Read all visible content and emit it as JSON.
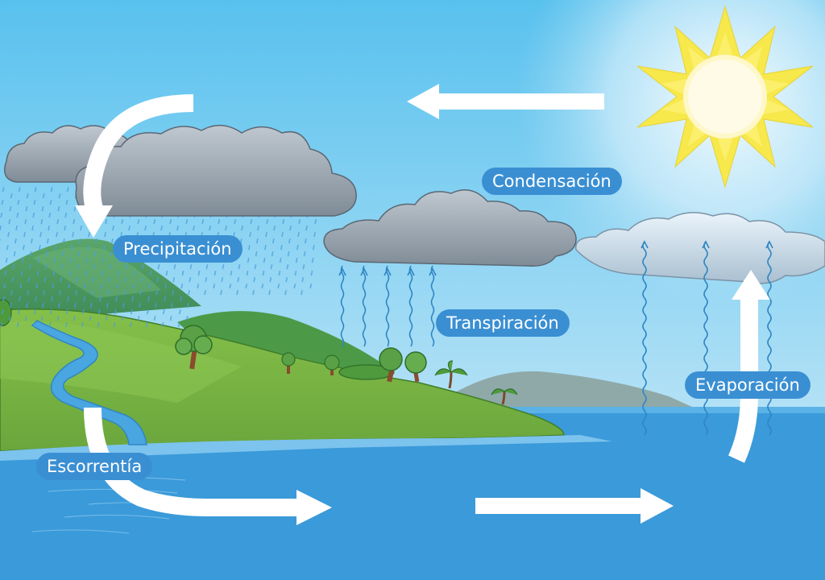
{
  "labels": {
    "condensation": "Condensación",
    "precipitation": "Precipitación",
    "transpiration": "Transpiración",
    "evaporation": "Evaporación",
    "runoff": "Escorrentía"
  },
  "colors": {
    "sky_top": "#5fc6ef",
    "sky_bottom": "#b9e3f6",
    "sea": "#3b9ad9",
    "grass": "#7cb342",
    "mountain": "#4e9a5c",
    "sun": "#fbe64a",
    "label_bg": "#3a8fd3",
    "arrow": "#ffffff",
    "cloud": "#9aa7b3"
  },
  "icons": [
    "sun-icon",
    "cloud-icon",
    "tree-icon",
    "palm-tree-icon",
    "river-icon",
    "arrow-icon"
  ]
}
